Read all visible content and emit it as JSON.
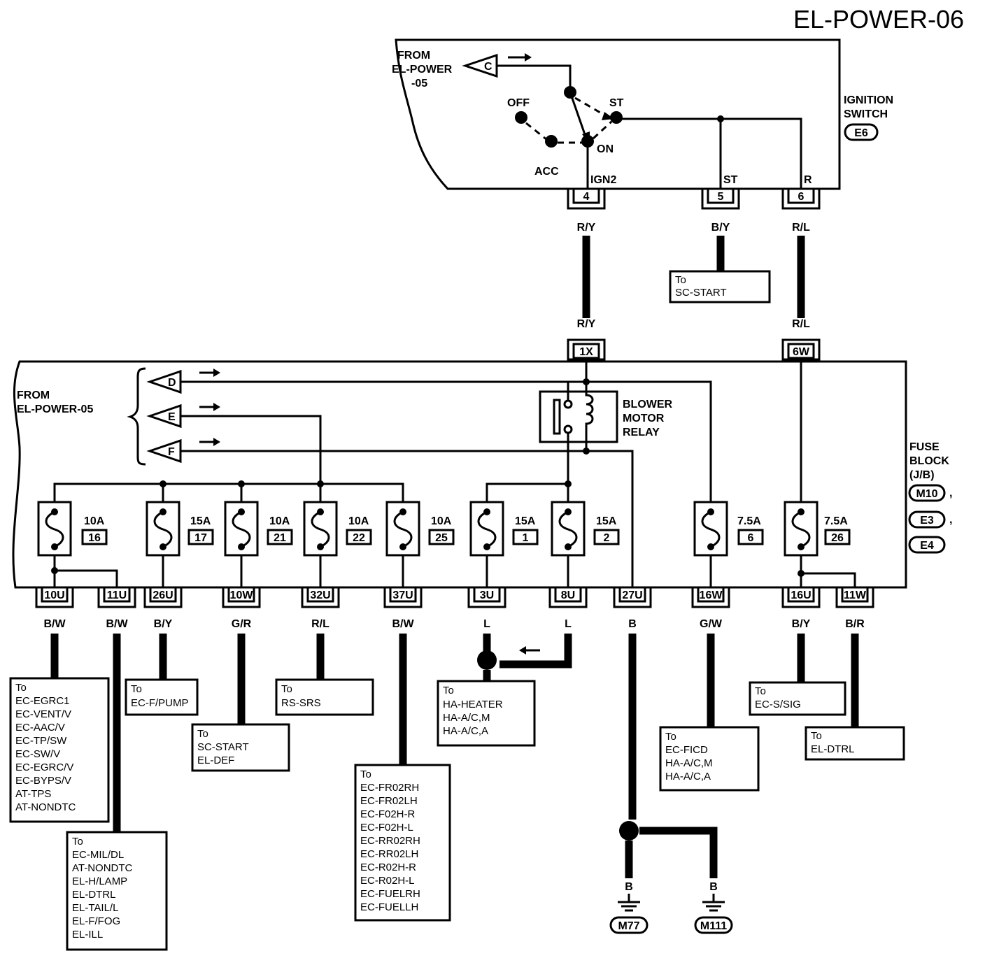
{
  "title": "EL-POWER-06",
  "ignition_switch": {
    "label": "IGNITION",
    "label2": "SWITCH",
    "connector": "E6",
    "from_line1": "FROM",
    "from_line2": "EL-POWER",
    "from_line3": "-05",
    "arrow_c": "C",
    "positions": {
      "off": "OFF",
      "acc": "ACC",
      "on": "ON",
      "st": "ST"
    },
    "terminals": [
      {
        "num": "4",
        "name": "IGN2",
        "wire": "R/Y"
      },
      {
        "num": "5",
        "name": "ST",
        "wire": "B/Y"
      },
      {
        "num": "6",
        "name": "R",
        "wire": "R/L"
      }
    ],
    "sc_start_to": "To",
    "sc_start_ref": "SC-START"
  },
  "fuse_block": {
    "label_line1": "FUSE",
    "label_line2": "BLOCK",
    "label_line3": "(J/B)",
    "connectors": [
      "M10",
      "E3",
      "E4"
    ],
    "sep": ",",
    "from_line1": "FROM",
    "from_line2": "EL-POWER-05",
    "arrows": [
      "D",
      "E",
      "F"
    ],
    "input_1x": {
      "conn": "1X",
      "wire": "R/Y"
    },
    "input_6w": {
      "conn": "6W",
      "wire": "R/L"
    },
    "relay": {
      "line1": "BLOWER",
      "line2": "MOTOR",
      "line3": "RELAY"
    },
    "fuses": [
      {
        "amp": "10A",
        "num": "16"
      },
      {
        "amp": "15A",
        "num": "17"
      },
      {
        "amp": "10A",
        "num": "21"
      },
      {
        "amp": "10A",
        "num": "22"
      },
      {
        "amp": "10A",
        "num": "25"
      },
      {
        "amp": "15A",
        "num": "1"
      },
      {
        "amp": "15A",
        "num": "2"
      },
      {
        "amp": "7.5A",
        "num": "6"
      },
      {
        "amp": "7.5A",
        "num": "26"
      }
    ]
  },
  "outputs": [
    {
      "conn": "10U",
      "wire": "B/W"
    },
    {
      "conn": "11U",
      "wire": "B/W"
    },
    {
      "conn": "26U",
      "wire": "B/Y"
    },
    {
      "conn": "10W",
      "wire": "G/R"
    },
    {
      "conn": "32U",
      "wire": "R/L"
    },
    {
      "conn": "37U",
      "wire": "B/W"
    },
    {
      "conn": "3U",
      "wire": "L"
    },
    {
      "conn": "8U",
      "wire": "L"
    },
    {
      "conn": "27U",
      "wire": "B"
    },
    {
      "conn": "16W",
      "wire": "G/W"
    },
    {
      "conn": "16U",
      "wire": "B/Y"
    },
    {
      "conn": "11W",
      "wire": "B/R"
    }
  ],
  "destinations": [
    {
      "to": "To",
      "items": [
        "EC-EGRC1",
        "EC-VENT/V",
        "EC-AAC/V",
        "EC-TP/SW",
        "EC-SW/V",
        "EC-EGRC/V",
        "EC-BYPS/V",
        "AT-TPS",
        "AT-NONDTC"
      ]
    },
    {
      "to": "To",
      "items": [
        "EC-MIL/DL",
        "AT-NONDTC",
        "EL-H/LAMP",
        "EL-DTRL",
        "EL-TAIL/L",
        "EL-F/FOG",
        "EL-ILL"
      ]
    },
    {
      "to": "To",
      "items": [
        "EC-F/PUMP"
      ]
    },
    {
      "to": "To",
      "items": [
        "SC-START",
        "EL-DEF"
      ]
    },
    {
      "to": "To",
      "items": [
        "RS-SRS"
      ]
    },
    {
      "to": "To",
      "items": [
        "EC-FR02RH",
        "EC-FR02LH",
        "EC-F02H-R",
        "EC-F02H-L",
        "EC-RR02RH",
        "EC-RR02LH",
        "EC-R02H-R",
        "EC-R02H-L",
        "EC-FUELRH",
        "EC-FUELLH"
      ]
    },
    {
      "to": "To",
      "items": [
        "HA-HEATER",
        "HA-A/C,M",
        "HA-A/C,A"
      ]
    },
    {
      "to": "To",
      "items": [
        "EC-FICD",
        "HA-A/C,M",
        "HA-A/C,A"
      ]
    },
    {
      "to": "To",
      "items": [
        "EC-S/SIG"
      ]
    },
    {
      "to": "To",
      "items": [
        "EL-DTRL"
      ]
    }
  ],
  "grounds": [
    {
      "wire": "B",
      "conn": "M77"
    },
    {
      "wire": "B",
      "conn": "M111"
    }
  ]
}
